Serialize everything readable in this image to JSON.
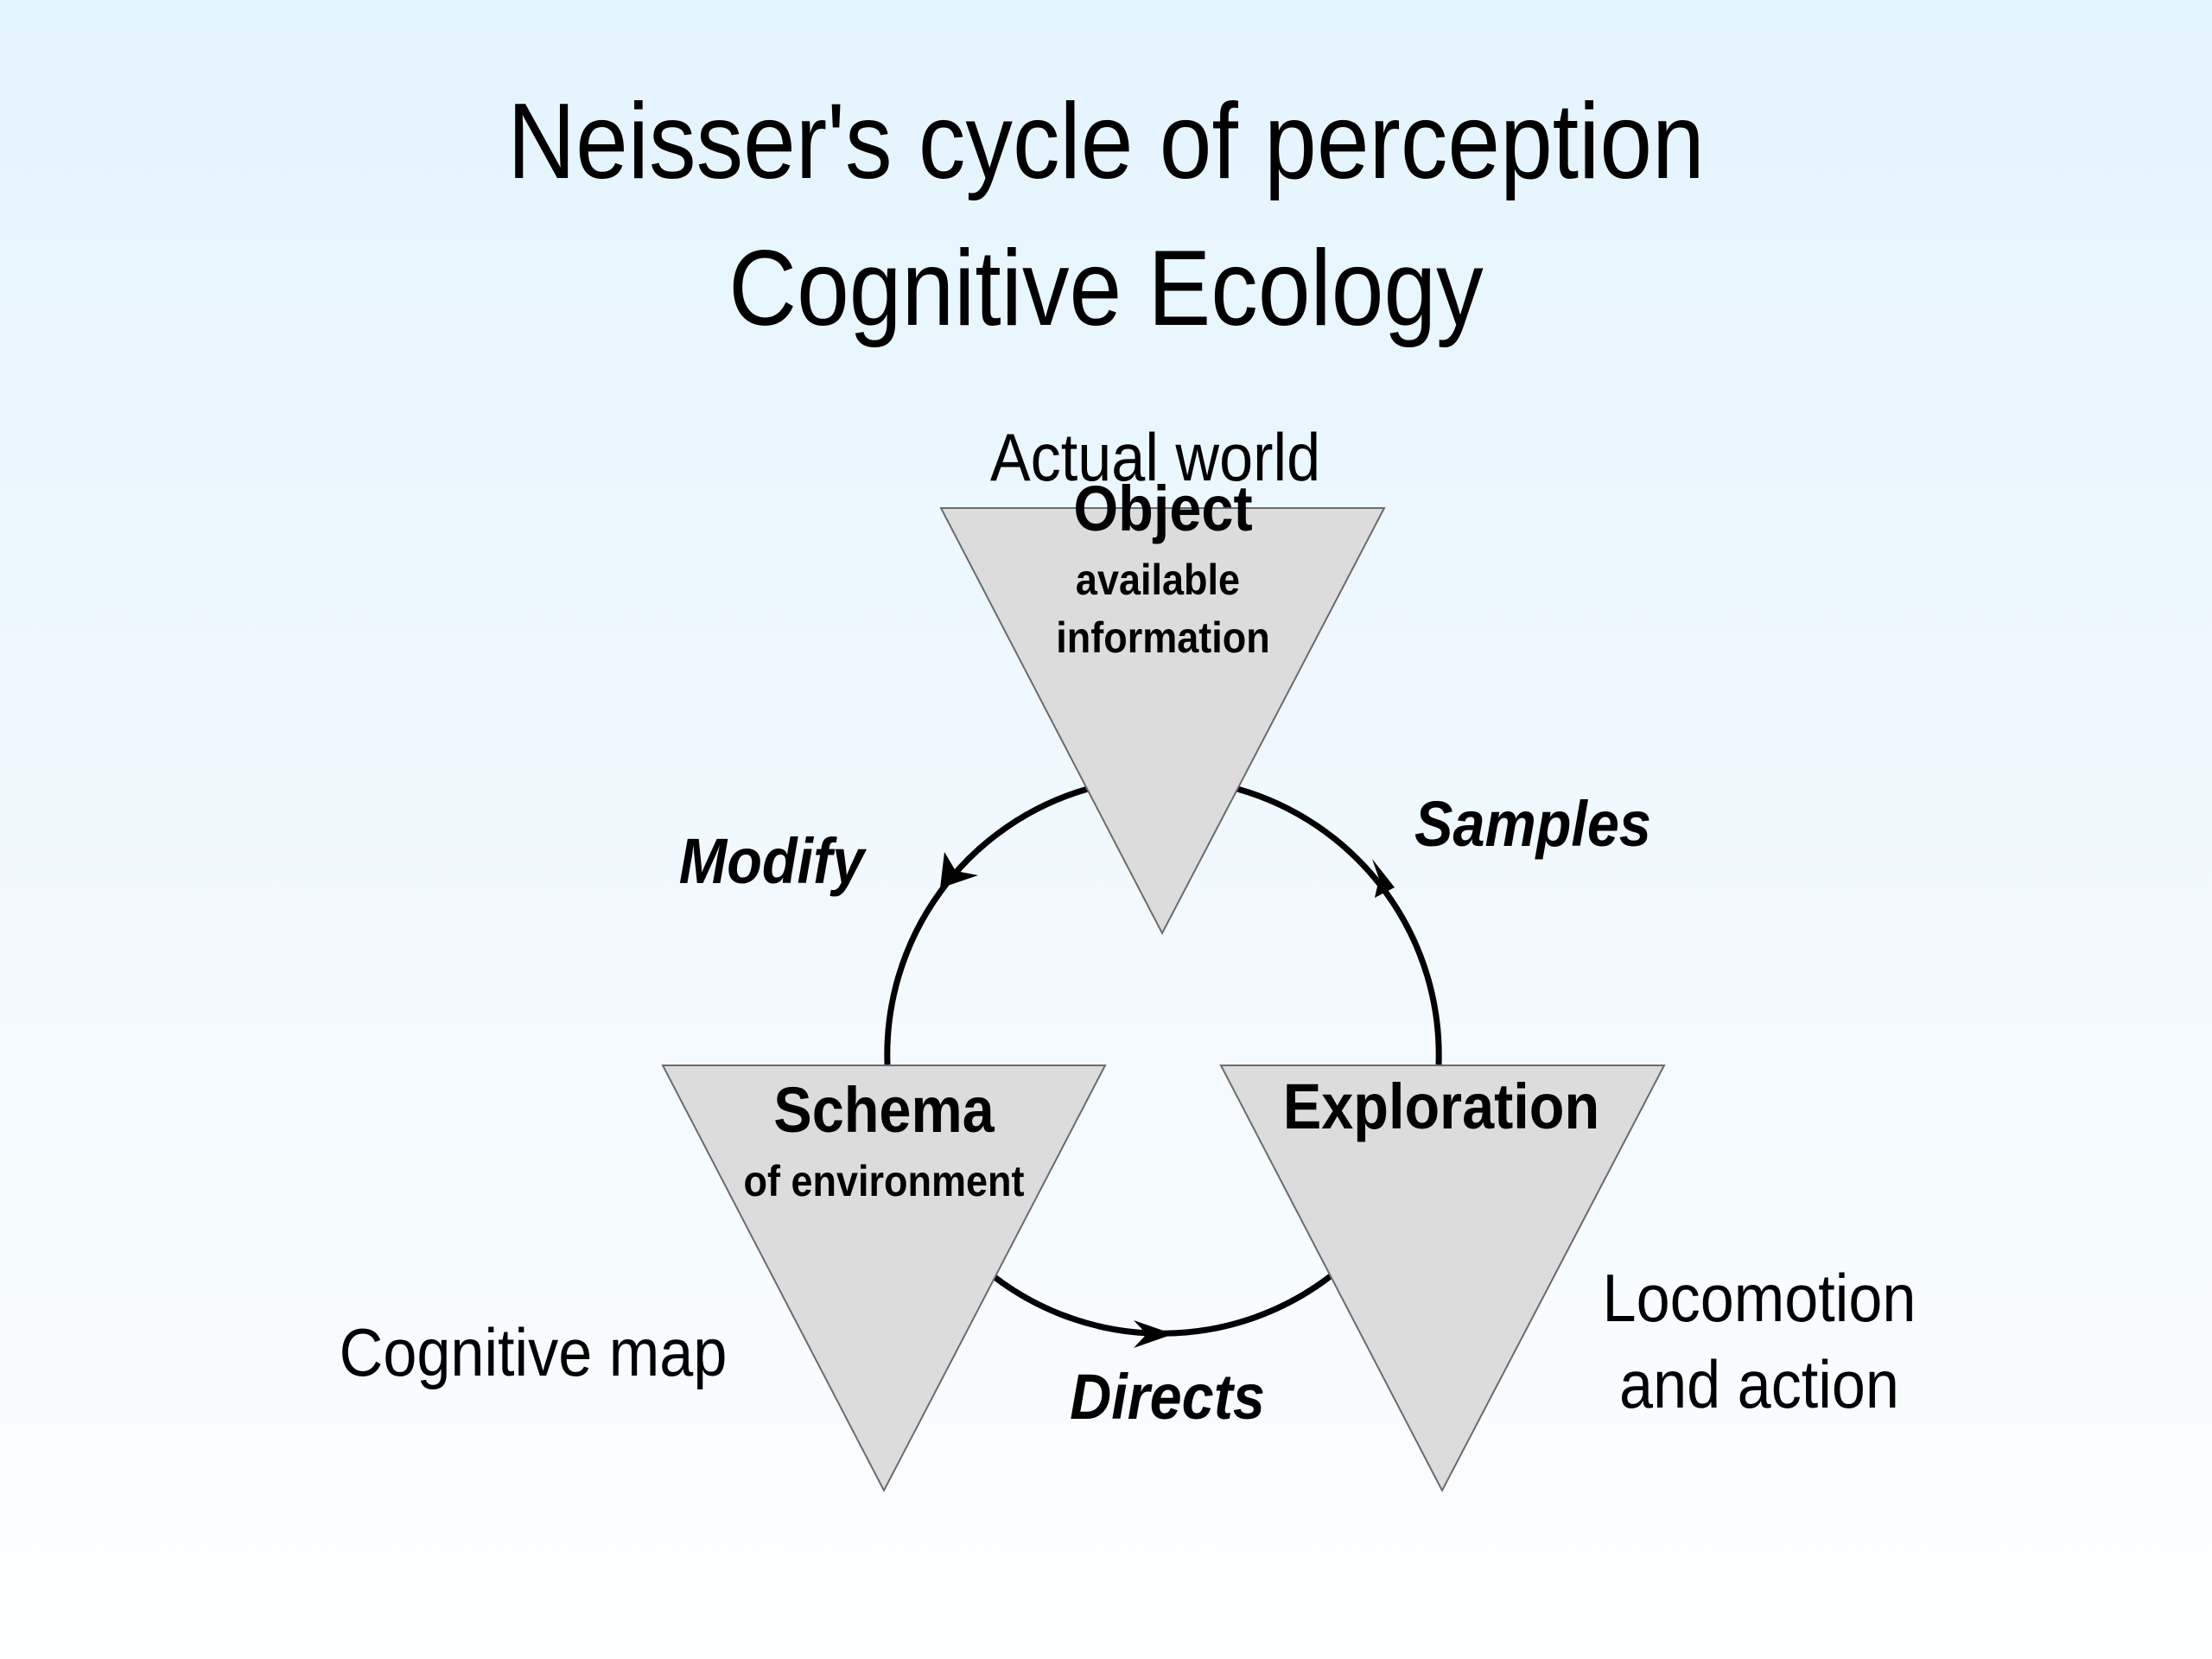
{
  "title": {
    "line1": "Neisser's cycle of perception",
    "line2": "Cognitive Ecology"
  },
  "nodes": {
    "object": {
      "title": "Object",
      "sub_line1": "available",
      "sub_line2": "information",
      "context": "Actual world"
    },
    "schema": {
      "title": "Schema",
      "sub": "of environment",
      "context": "Cognitive map"
    },
    "exploration": {
      "title": "Exploration",
      "context_line1": "Locomotion",
      "context_line2": "and action"
    }
  },
  "processes": {
    "modify": "Modify",
    "samples": "Samples",
    "directs": "Directs"
  },
  "colors": {
    "triangle_fill": "#dcdcdc",
    "triangle_stroke": "#6b6b6b",
    "cycle_line": "#000000"
  }
}
